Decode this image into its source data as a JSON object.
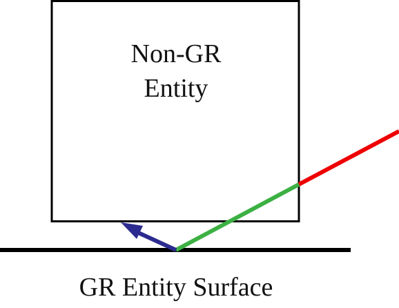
{
  "box": {
    "line1": "Non-GR",
    "line2": "Entity"
  },
  "surface": {
    "label": "GR Entity Surface"
  },
  "colors": {
    "outline": "#000000",
    "incoming_ray": "#ee0000",
    "inside_ray": "#3cb043",
    "reflected_ray": "#2b2b8f"
  }
}
